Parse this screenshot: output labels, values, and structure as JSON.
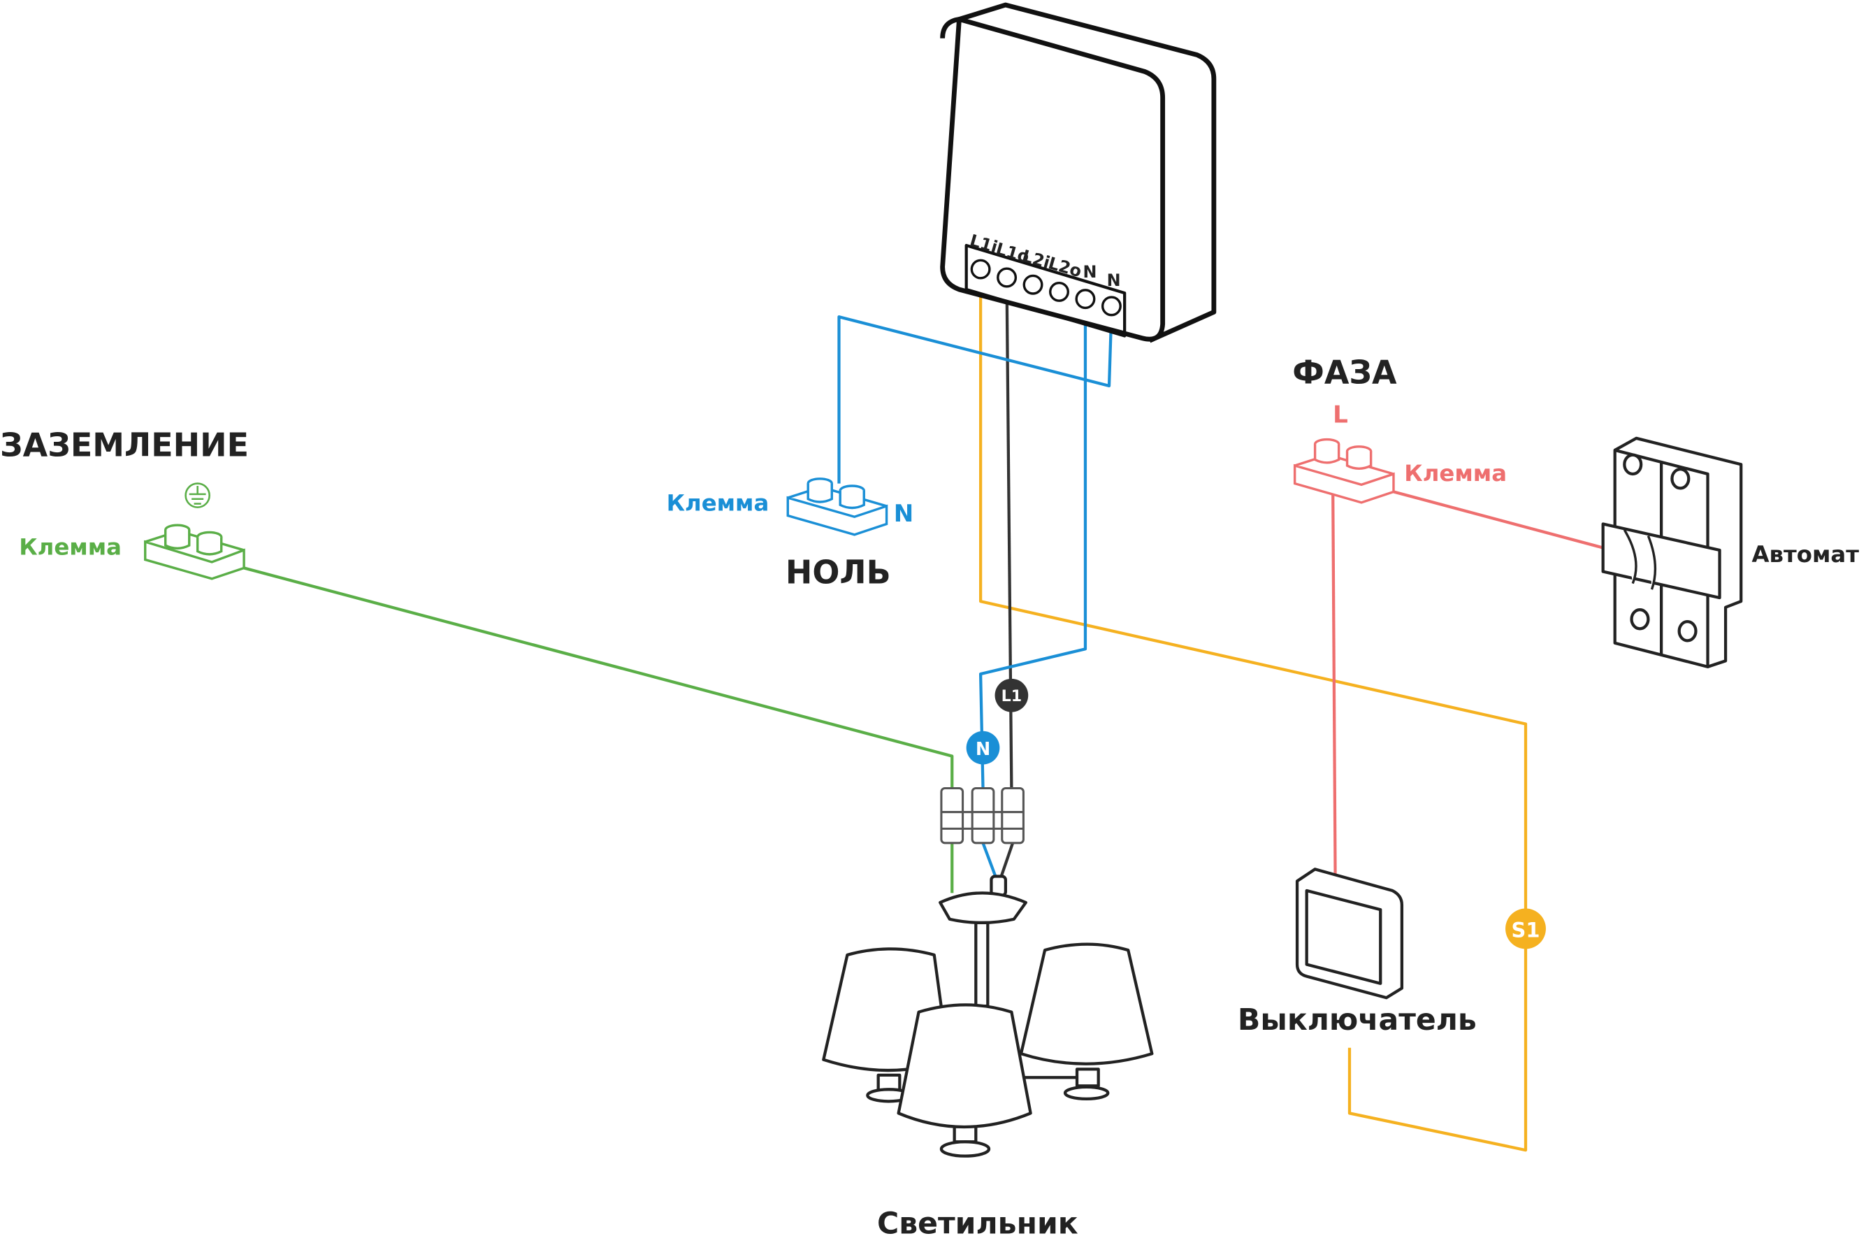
{
  "colors": {
    "neutral": "#1a8fd6",
    "ground": "#5aae47",
    "phase": "#ee6f6f",
    "switched": "#f5b120",
    "line": "#333333"
  },
  "relay": {
    "terminals": [
      "L1i",
      "L1o",
      "L2i",
      "L2o",
      "N",
      "N"
    ]
  },
  "ground": {
    "title": "ЗАЗЕМЛЕНИЕ",
    "terminal_label": "Клемма",
    "icon": "ground-icon"
  },
  "neutral": {
    "title": "НОЛЬ",
    "terminal_label": "Клемма",
    "letter": "N"
  },
  "phase": {
    "title": "ФАЗА",
    "letter": "L",
    "terminal_label": "Клемма"
  },
  "breaker": {
    "label": "Автомат"
  },
  "switch": {
    "label": "Выключатель"
  },
  "lamp": {
    "label": "Светильник"
  },
  "badges": {
    "l1": "L1",
    "n": "N",
    "s1": "S1"
  }
}
